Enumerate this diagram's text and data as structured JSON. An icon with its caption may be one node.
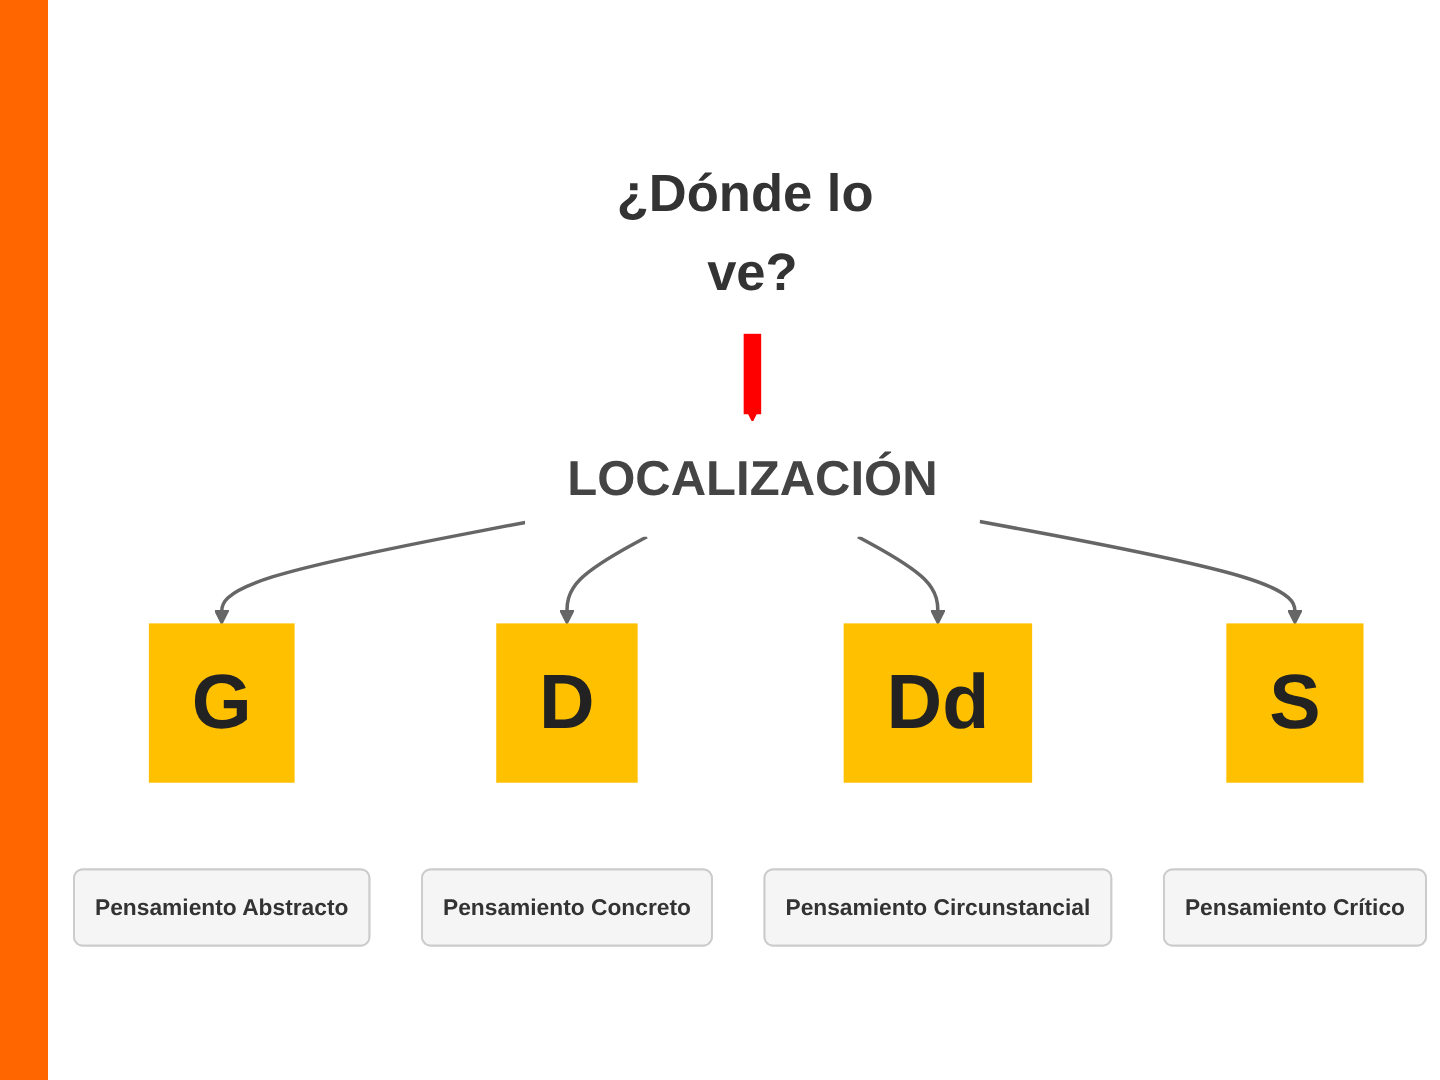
{
  "diagram": {
    "nodes": [
      {
        "text": [
          "¿Dónde lo ve?"
        ]
      },
      {
        "text": [
          "LOCALIZACIÓN"
        ]
      },
      {
        "text": [
          "G"
        ]
      },
      {
        "text": [
          "D"
        ]
      },
      {
        "text": [
          "Dd"
        ]
      },
      {
        "text": [
          "S"
        ]
      },
      {
        "text": [
          "Pensamiento Abstracto"
        ]
      },
      {
        "text": [
          "Pensamiento Concreto"
        ]
      },
      {
        "text": [
          "Pensamiento Circunstancial"
        ]
      },
      {
        "text": [
          "Pensamiento Crítico"
        ]
      }
    ],
    "edges": [
      {
        "from": 0,
        "to": 1,
        "arrow": "to",
        "style": "thick",
        "color": "#ff0000"
      },
      {
        "from": 1,
        "to": 2,
        "arrow": "to"
      },
      {
        "from": 1,
        "to": 3,
        "arrow": "to"
      },
      {
        "from": 1,
        "to": 4,
        "arrow": "to"
      },
      {
        "from": 1,
        "to": 5,
        "arrow": "to"
      }
    ]
  }
}
